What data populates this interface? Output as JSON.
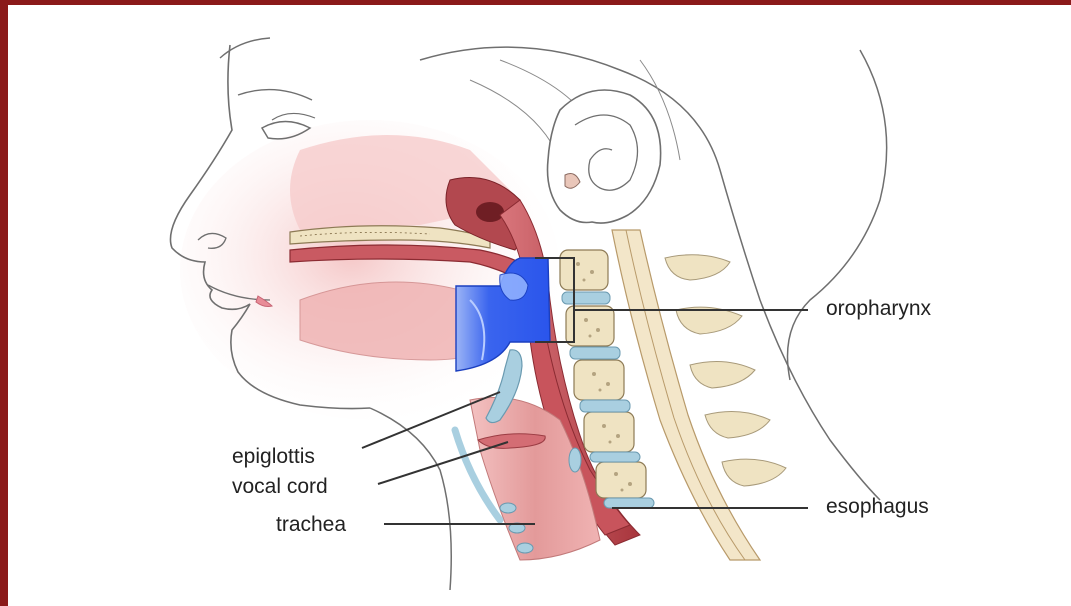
{
  "diagram": {
    "labels": {
      "oropharynx": "oropharynx",
      "epiglottis": "epiglottis",
      "vocal_cord": "vocal cord",
      "trachea": "trachea",
      "esophagus": "esophagus"
    }
  },
  "colors": {
    "frame_edge": "#8b1a1a",
    "highlight": "#2a5cf0",
    "tissue_pink": "#f2b8b8",
    "tissue_red": "#b8434a",
    "bone": "#efe3c2",
    "cartilage": "#a9cfe0",
    "outline": "#6f6f6f",
    "leader_line": "#333333"
  }
}
